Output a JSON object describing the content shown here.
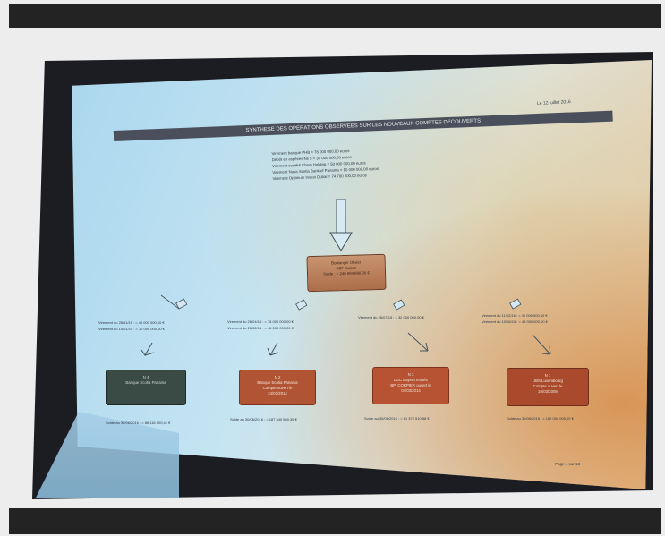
{
  "document": {
    "date": "Le 12 juillet 2016",
    "title": "SYNTHESE DES OPERATIONS OBSERVEES SUR LES NOUVEAUX COMPTES DECOUVERTS",
    "transfers": [
      "Virement banque PHB = 76 000 000,00 euros",
      "Dépôt en espèces Ns 5 = 30 000 000,00 euros",
      "Virement société Chem Holding = 50 000 000,00 euros",
      "Virement Nova Scotia Bank of Panama = 10 000 000,00 euros",
      "Virement Optimum Invest Dubaï = 74 700 000,00 euros"
    ],
    "main_account": {
      "line1": "Boulanger Olivier",
      "line2": "UBF Suisse",
      "line3": "Solde : = 240 084 860,00 €"
    },
    "flows": [
      {
        "line1": "Virement du 26/11/15 : = 40 000 000,00 €",
        "line2": "Virement du 14/01/15 : = 10 000 000,00 €"
      },
      {
        "line1": "Virement du 26/04/16 : = 75 000 000,00 €",
        "line2": "Virement du 26/02/15 : = 45 000 000,00 €"
      },
      {
        "line1": "Virement du 26/07/15 : = 32 000 000,00 €",
        "line2": ""
      },
      {
        "line1": "Virement du 11/02/16 : = 40 000 000,00 €",
        "line2": "Virement du 10/06/15 : = 45 000 000,00 €"
      }
    ],
    "accounts": [
      {
        "line1": "N 4",
        "line2": "Banque Scotia Panama",
        "line3": ""
      },
      {
        "line1": "N 2",
        "line2": "Banque Scotia Panama",
        "line3": "Compte ouvert le",
        "line4": "24/03/2014"
      },
      {
        "line1": "N 3",
        "line2": "LGC Bayern entités",
        "line3": "BPI CORPIER ouvert le",
        "line4": "04/03/2014"
      },
      {
        "line1": "N 1",
        "line2": "UBS Luxembourg",
        "line3": "Compte ouvert le",
        "line4": "26/03/2009"
      }
    ],
    "balances": [
      "Solde au 30/06/2016 : = 86 116 000,41 €",
      "Solde au 30/06/2016 : = 187 540 500,35 €",
      "Solde au 30/06/2016 : = 61 370 510,58 €",
      "Solde au 30/06/2016 : = 150 000 000,00 €"
    ],
    "page": "Page 4 sur 13"
  },
  "colors": {
    "frame": "#232323",
    "title_bar": "#4a4f5b",
    "main_box": "#b47a55",
    "account_dark": "#3a4a44",
    "account_red": "#b15433"
  }
}
